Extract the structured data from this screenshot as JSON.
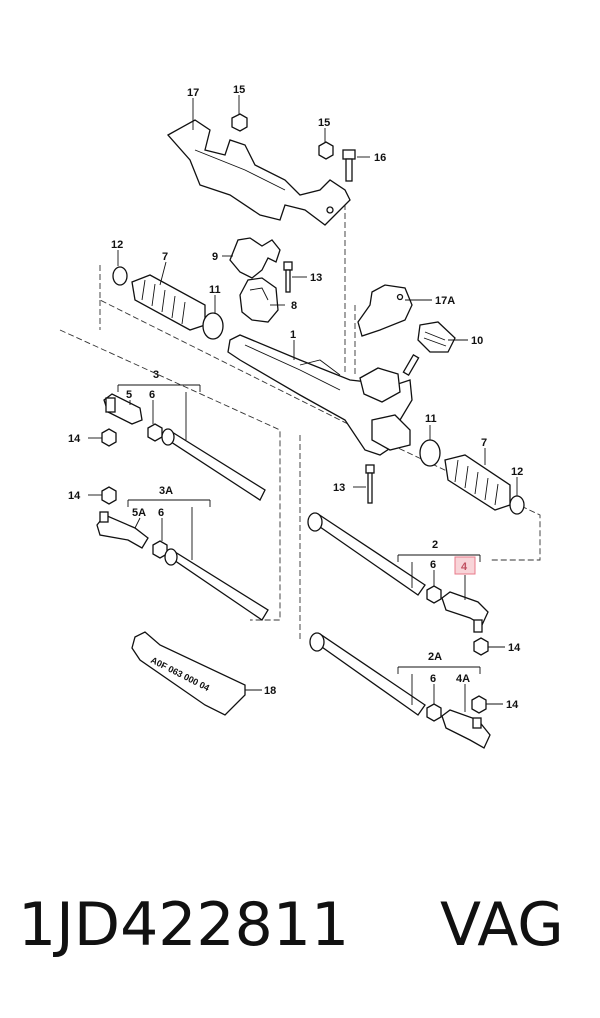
{
  "labels": {
    "l17": "17",
    "l15a": "15",
    "l15b": "15",
    "l16": "16",
    "l12a": "12",
    "l7a": "7",
    "l9": "9",
    "l13a": "13",
    "l11a": "11",
    "l8": "8",
    "l17a": "17A",
    "l10": "10",
    "l1": "1",
    "l3": "3",
    "l5": "5",
    "l6a": "6",
    "l14a": "14",
    "l11b": "11",
    "l7b": "7",
    "l12b": "12",
    "l13b": "13",
    "l14b": "14",
    "l3a": "3A",
    "l5a": "5A",
    "l6b": "6",
    "l2": "2",
    "l6c": "6",
    "l4": "4",
    "l14c": "14",
    "l2a": "2A",
    "l6d": "6",
    "l4a": "4A",
    "l14d": "14",
    "l18": "18",
    "grease_text": "A0F 063 000 04"
  },
  "highlight_color": "#e87a8a",
  "caption": {
    "part_number": "1JD422811",
    "brand": "VAG"
  }
}
